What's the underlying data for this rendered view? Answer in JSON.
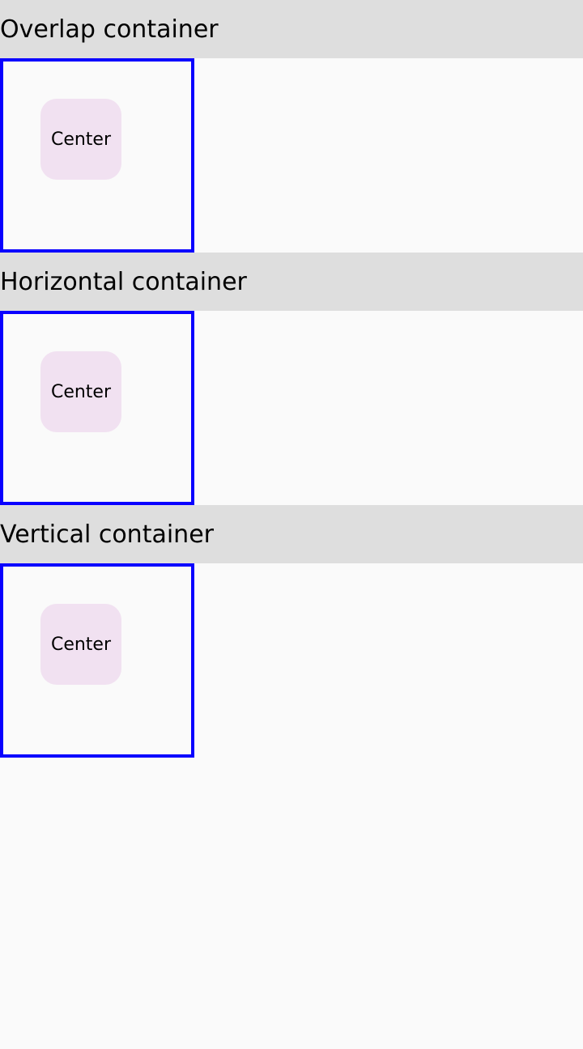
{
  "sections": [
    {
      "title": "Overlap container",
      "item_label": "Center"
    },
    {
      "title": "Horizontal container",
      "item_label": "Center"
    },
    {
      "title": "Vertical container",
      "item_label": "Center"
    }
  ],
  "colors": {
    "background": "#fafafa",
    "header_background": "#dedede",
    "container_border": "#0a00ff",
    "item_background": "#f1e1f1"
  }
}
